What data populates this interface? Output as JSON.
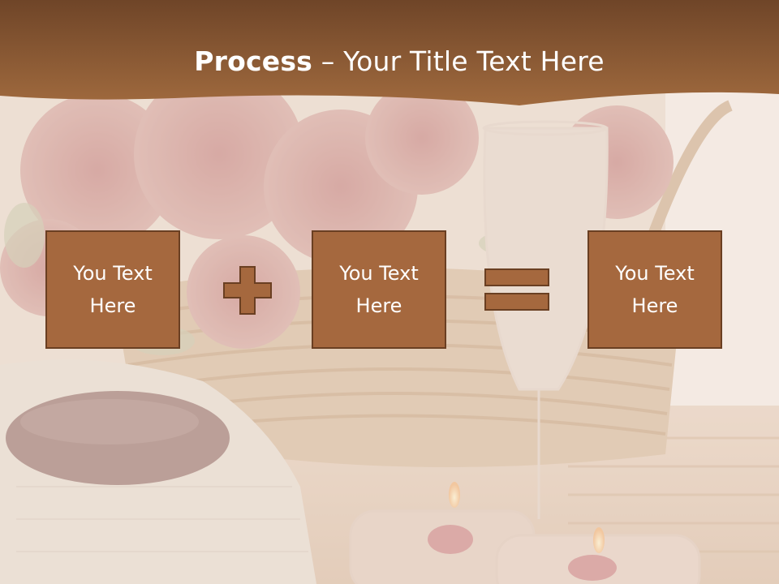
{
  "slide": {
    "title_bold": "Process",
    "title_rest": " – Your Title Text Here",
    "boxes": [
      {
        "line1": "You Text",
        "line2": "Here"
      },
      {
        "line1": "You Text",
        "line2": "Here"
      },
      {
        "line1": "You Text",
        "line2": "Here"
      }
    ],
    "operators": [
      "plus-icon",
      "equals-icon"
    ]
  },
  "colors": {
    "title_band": "#8f5a33",
    "box_fill": "#a5683e",
    "box_border": "#6a3f22",
    "title_text": "#ffffff"
  }
}
